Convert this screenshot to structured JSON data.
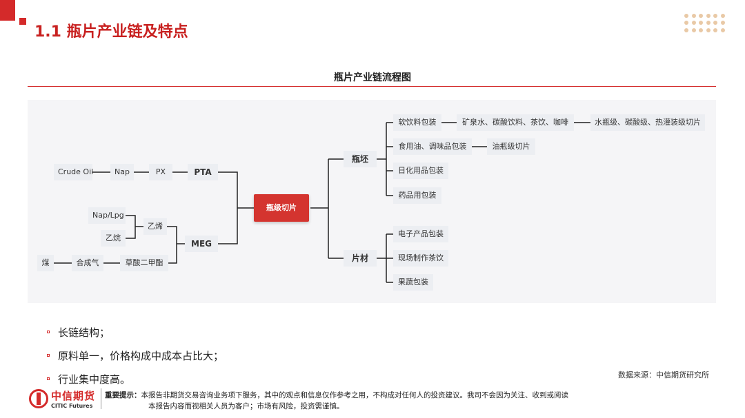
{
  "header": {
    "title": "1.1  瓶片产业链及特点"
  },
  "diagram": {
    "title": "瓶片产业链流程图",
    "nodes": {
      "crude_oil": "Crude Oil",
      "nap": "Nap",
      "px": "PX",
      "pta": "PTA",
      "nap_lpg": "Nap/Lpg",
      "ethane": "乙烷",
      "ethylene": "乙烯",
      "meg": "MEG",
      "coal": "煤",
      "syngas": "合成气",
      "dmo": "草酸二甲酯",
      "bottle_chip": "瓶级切片",
      "preform": "瓶坯",
      "sheet": "片材",
      "soft_drink_pack": "软饮料包装",
      "drinks": "矿泉水、碳酸饮料、茶饮、咖啡",
      "chip_grades": "水瓶级、碳酸级、热灌装级切片",
      "edible_oil_pack": "食用油、调味品包装",
      "oil_bottle_chip": "油瓶级切片",
      "daily_chem_pack": "日化用品包装",
      "pharma_pack": "药品用包装",
      "electronics_pack": "电子产品包装",
      "tea_drinks": "现场制作茶饮",
      "produce_pack": "果蔬包装"
    }
  },
  "bullets": [
    "长链结构；",
    "原料单一，价格构成中成本占比大；",
    "行业集中度高。"
  ],
  "source": "数据来源：中信期货研究所",
  "footer": {
    "logo_cn": "中信期货",
    "logo_en": "CITIC Futures",
    "label": "重要提示：",
    "line1": "本报告非期货交易咨询业务项下服务，其中的观点和信息仅作参考之用，不构成对任何人的投资建议。我司不会因为关注、收到或阅读",
    "line2": "本报告内容而视相关人员为客户；市场有风险，投资需谨慎。"
  },
  "colors": {
    "accent": "#d42a2a"
  }
}
